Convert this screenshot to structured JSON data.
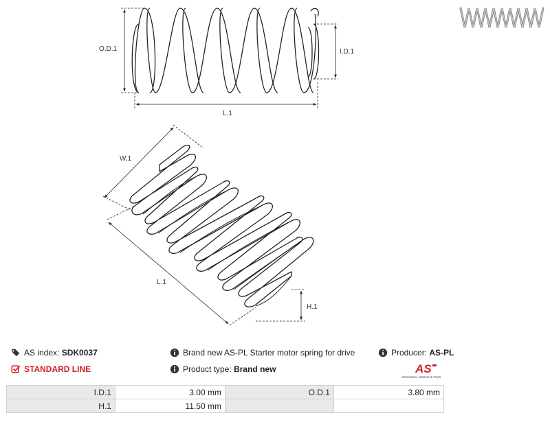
{
  "drawing": {
    "labels": {
      "od": "O.D.1",
      "id": "I.D.1",
      "l_top": "L.1",
      "w": "W.1",
      "l_bottom": "L.1",
      "h": "H.1"
    }
  },
  "info": {
    "as_index_label": "AS index:",
    "as_index_value": "SDK0037",
    "line_label": "STANDARD LINE",
    "description": "Brand new AS-PL Starter motor spring for drive",
    "product_type_label": "Product type:",
    "product_type_value": "Brand new",
    "producer_label": "Producer:",
    "producer_value": "AS-PL"
  },
  "logo": {
    "mark": "AS",
    "tagline": "Alternators, Starters & Parts",
    "accent": "#d0202a"
  },
  "specs": {
    "rows": [
      {
        "label1": "I.D.1",
        "value1": "3.00 mm",
        "label2": "O.D.1",
        "value2": "3.80 mm"
      },
      {
        "label1": "H.1",
        "value1": "11.50 mm",
        "label2": "",
        "value2": ""
      }
    ]
  }
}
